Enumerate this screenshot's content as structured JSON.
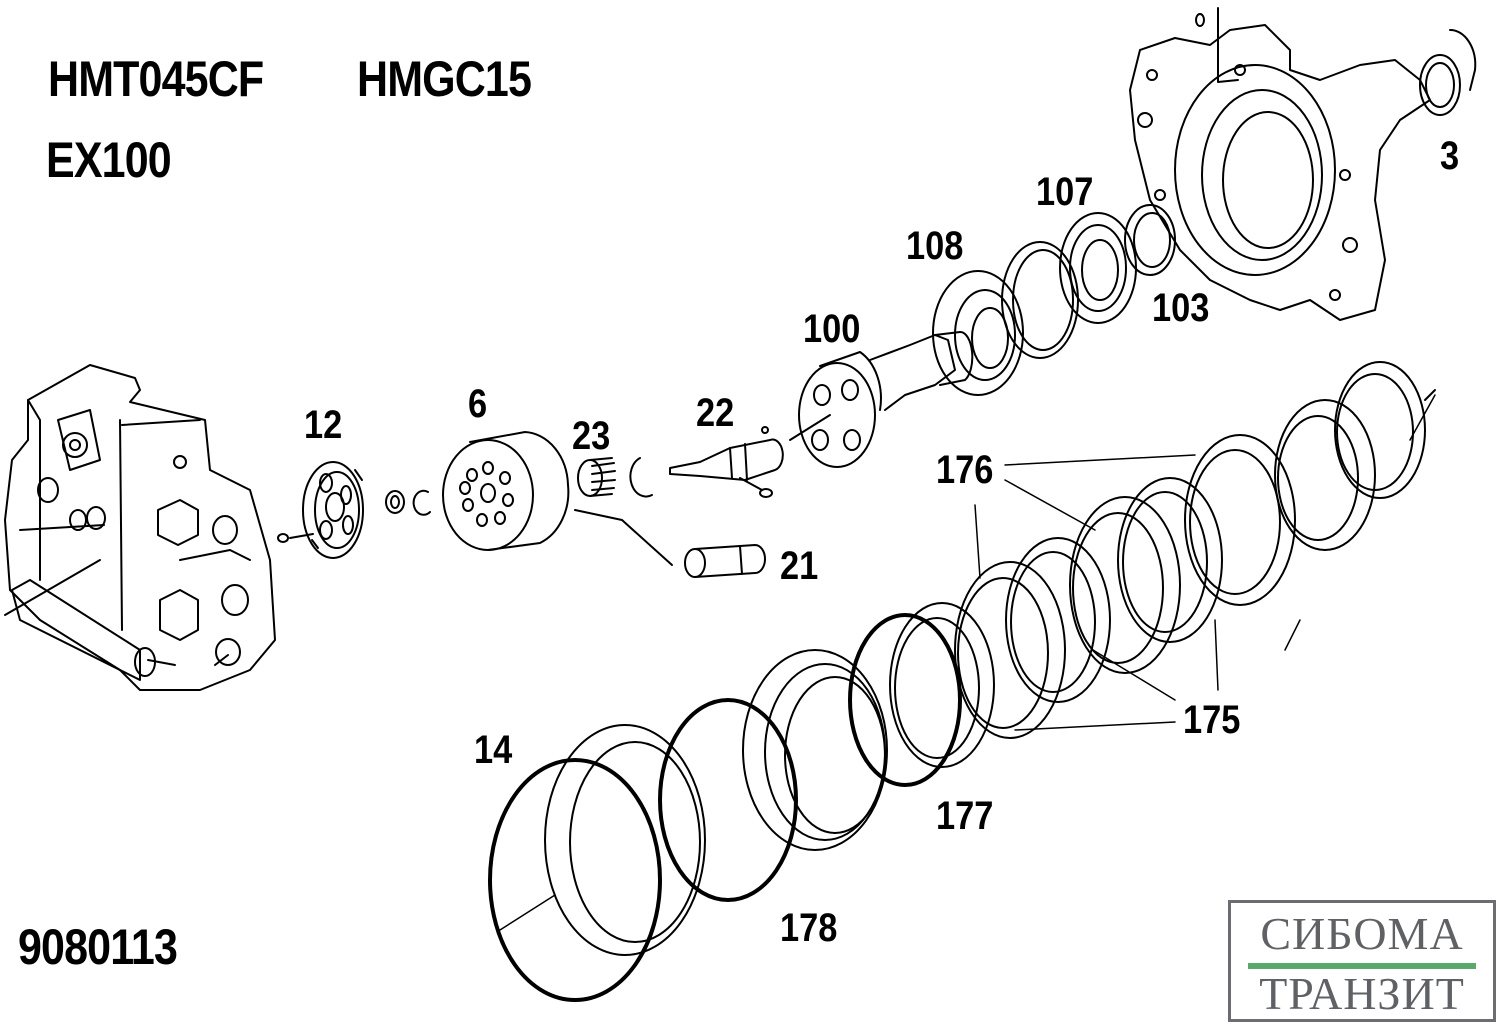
{
  "header": {
    "model_1": "HMT045CF",
    "model_2": "HMGC15",
    "machine": "EX100",
    "part_number": "9080113"
  },
  "callouts": {
    "c3": "3",
    "c6": "6",
    "c12": "12",
    "c14": "14",
    "c21": "21",
    "c22": "22",
    "c23": "23",
    "c100": "100",
    "c103": "103",
    "c107": "107",
    "c108": "108",
    "c175": "175",
    "c176": "176",
    "c177": "177",
    "c178": "178"
  },
  "logo": {
    "line1": "СИБОМА",
    "line2": "ТРАНЗИТ",
    "text_color": "#5f6164",
    "bar_color": "#5aa86a"
  },
  "colors": {
    "ink": "#000000",
    "background": "#ffffff"
  }
}
